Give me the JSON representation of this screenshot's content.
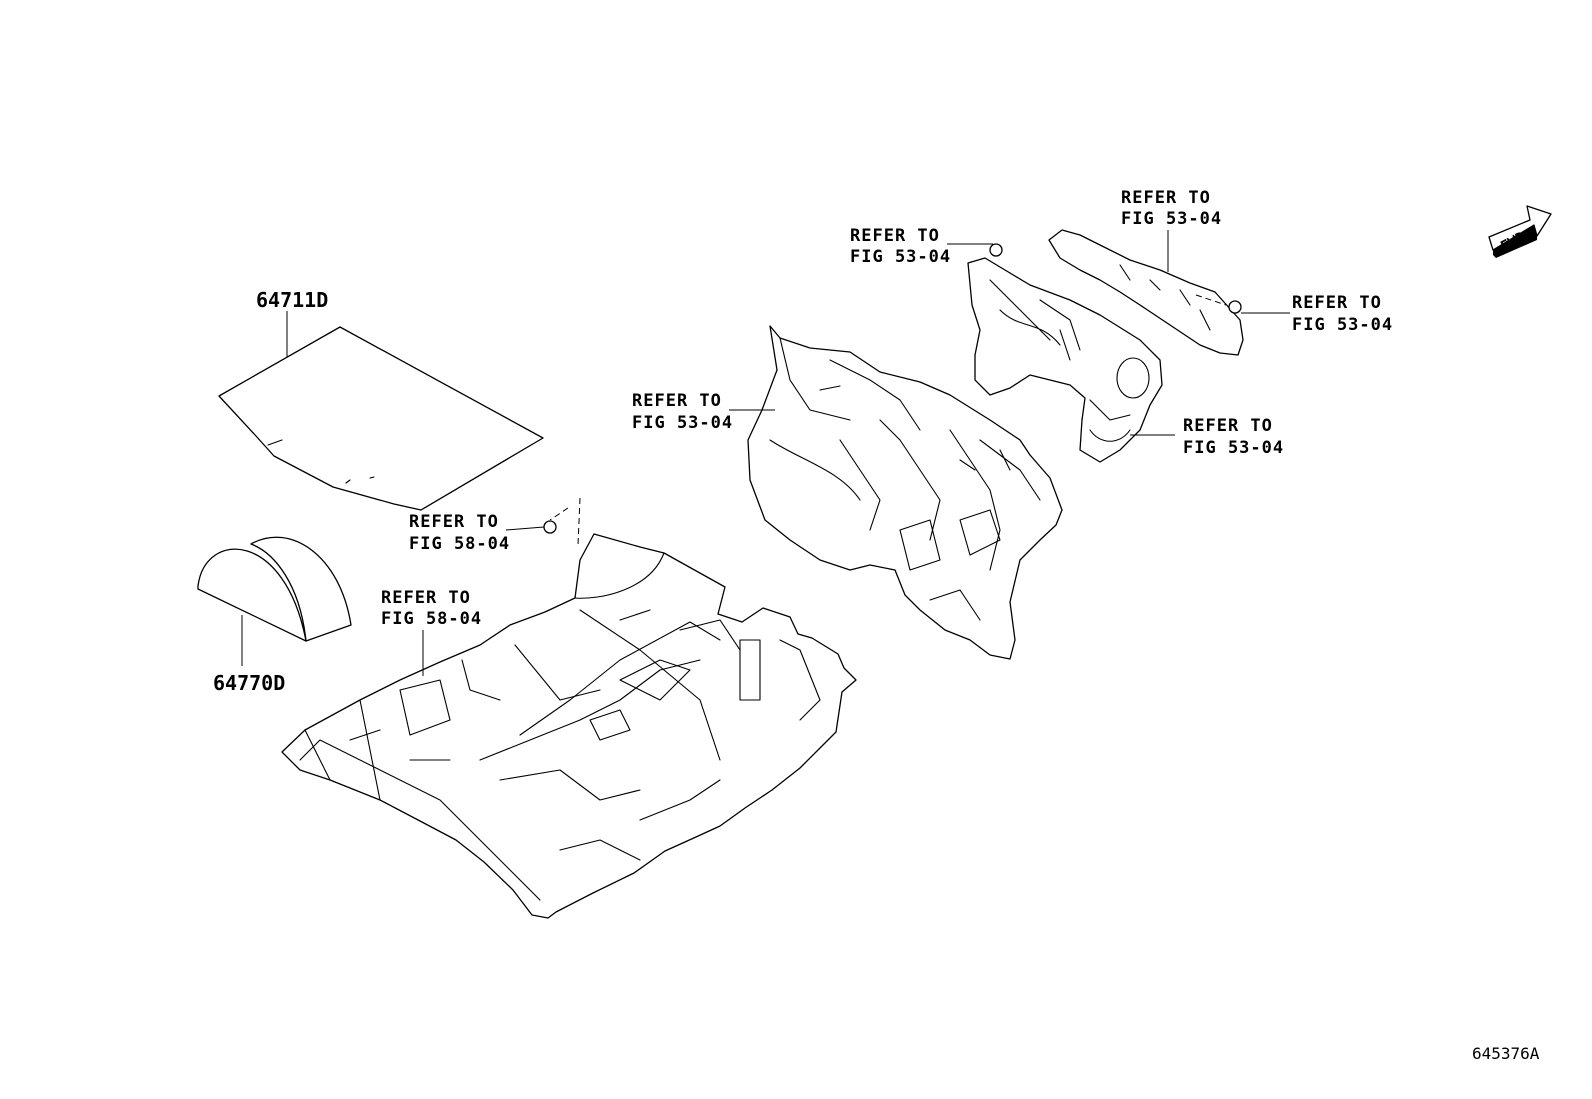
{
  "parts": [
    {
      "id": "64711D",
      "label": "64711D"
    },
    {
      "id": "64770D",
      "label": "64770D"
    }
  ],
  "references": [
    {
      "line1": "REFER TO",
      "line2": "FIG 53-04"
    },
    {
      "line1": "REFER TO",
      "line2": "FIG 53-04"
    },
    {
      "line1": "REFER TO",
      "line2": "FIG 53-04"
    },
    {
      "line1": "REFER TO",
      "line2": "FIG 53-04"
    },
    {
      "line1": "REFER TO",
      "line2": "FIG 53-04"
    },
    {
      "line1": "REFER TO",
      "line2": "FIG 58-04"
    },
    {
      "line1": "REFER TO",
      "line2": "FIG 58-04"
    }
  ],
  "fwd_label": "FWD",
  "figure_id": "645376A"
}
